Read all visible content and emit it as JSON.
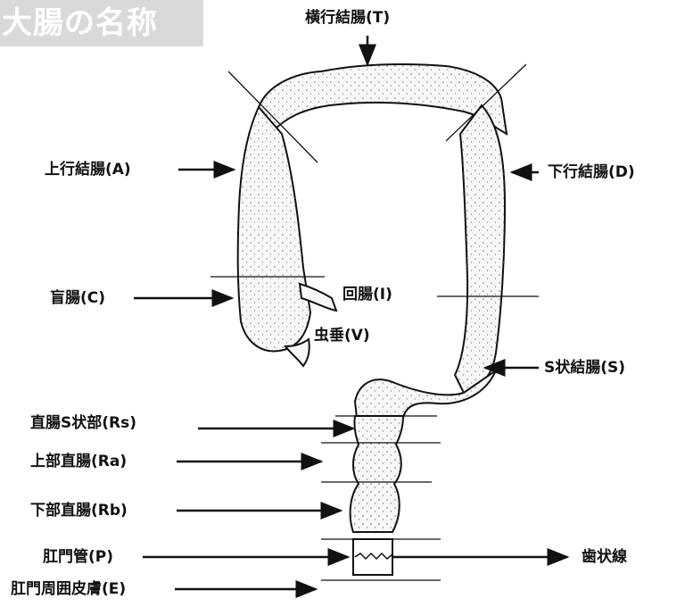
{
  "title": "大腸の名称",
  "labels": {
    "transverse": "横行結腸(T)",
    "ascending": "上行結腸(A)",
    "descending": "下行結腸(D)",
    "cecum": "盲腸(C)",
    "ileum": "回腸(I)",
    "appendix": "虫垂(V)",
    "sigmoid": "S状結腸(S)",
    "rectosigmoid": "直腸S状部(Rs)",
    "upper_rectum": "上部直腸(Ra)",
    "lower_rectum": "下部直腸(Rb)",
    "anal_canal": "肛門管(P)",
    "dentate_line": "歯状線",
    "perianal_skin": "肛門周囲皮膚(E)"
  },
  "colors": {
    "ink": "#111111",
    "title_bg": "#d9d9d9",
    "title_text": "#ffffff",
    "colon_fill": "#f7f7f7"
  }
}
